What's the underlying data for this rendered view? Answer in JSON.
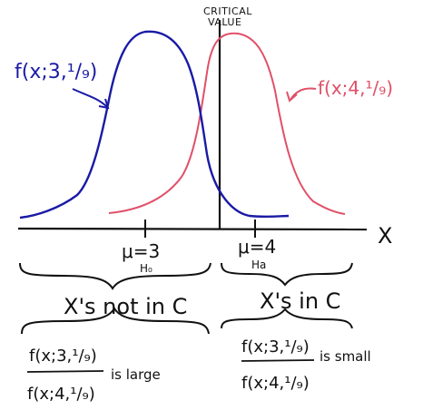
{
  "critical_value_label_line1": "CRITICAL",
  "critical_value_label_line2": "VALUE",
  "null_curve_label": "f(x;3,¹/₉)",
  "alt_curve_label": "f(x;4,¹/₉)",
  "x_axis_label": "X",
  "mu_null_label": "μ=3",
  "mu_null_sub": "H₀",
  "mu_alt_label": "μ=4",
  "mu_alt_sub": "Ha",
  "region_not_in_c": "X's not in C",
  "region_in_c": "X's in C",
  "ratio_left_numerator": "f(x;3,¹/₉)",
  "ratio_left_denominator": "f(x;4,¹/₉)",
  "ratio_left_text": "is large",
  "ratio_right_numerator": "f(x;3,¹/₉)",
  "ratio_right_denominator": "f(x;4,¹/₉)",
  "ratio_right_text": "is small",
  "colors": {
    "null_curve": "#1a1aa6",
    "alt_curve": "#e05068",
    "ink": "#111111"
  }
}
